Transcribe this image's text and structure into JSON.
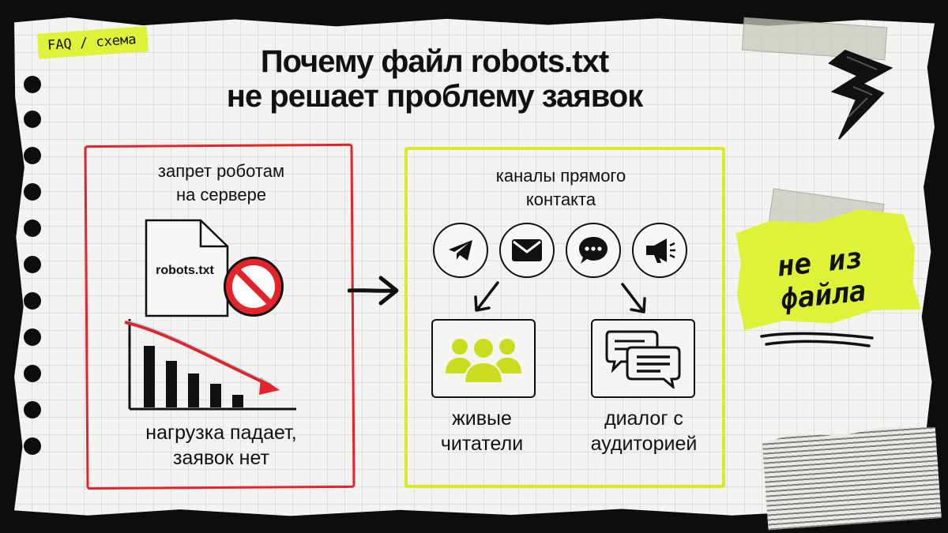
{
  "tag": "FAQ / схема",
  "title": {
    "line1": "Почему файл robots.txt",
    "line2": "не решает проблему заявок"
  },
  "left_panel": {
    "heading": [
      "запрет роботам",
      "на сервере"
    ],
    "file_label": "robots.txt",
    "caption": [
      "нагрузка падает,",
      "заявок нет"
    ],
    "bar_levels": [
      1.0,
      0.75,
      0.55,
      0.38,
      0.2
    ]
  },
  "right_panel": {
    "heading": [
      "каналы прямого",
      "контакта"
    ],
    "channel_icons": [
      "telegram-icon",
      "mail-icon",
      "chat-bubble-icon",
      "megaphone-icon"
    ],
    "readers_caption": [
      "живые",
      "читатели"
    ],
    "dialog_caption": [
      "диалог с",
      "аудиторией"
    ]
  },
  "sticker": {
    "line1": "не из",
    "line2": "файла"
  },
  "colors": {
    "accent_lime": "#dff23a",
    "accent_red": "#e4242a",
    "ink": "#111111",
    "paper": "#f3f3f1"
  }
}
